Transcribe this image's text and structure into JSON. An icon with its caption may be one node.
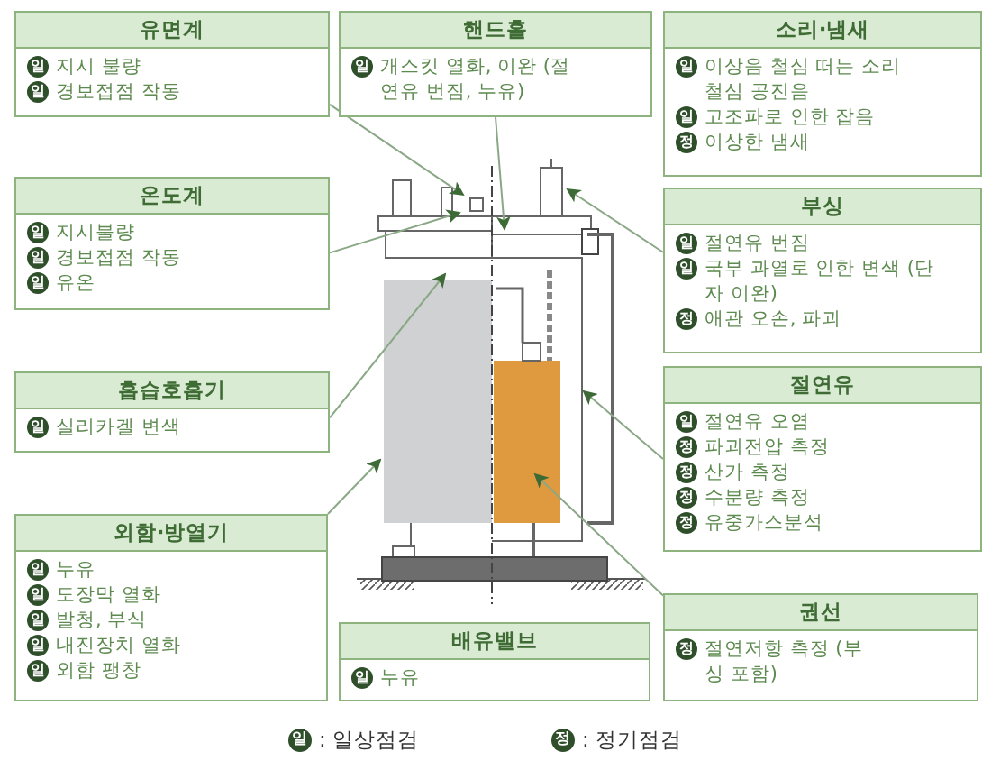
{
  "diagram": {
    "nodes": [
      {
        "text": [
          "유면계",
          "일",
          "지시 불량",
          "일",
          "경보접점 작동"
        ]
      },
      {
        "text": [
          "온도계",
          "일",
          "지시불량",
          "일",
          "경보접점 작동",
          "일",
          "유온"
        ]
      },
      {
        "text": [
          "흡습호흡기",
          "일",
          "실리카겔 변색"
        ]
      },
      {
        "text": [
          "외함·방열기",
          "일",
          "누유",
          "일",
          "도장막 열화",
          "일",
          "발청, 부식",
          "일",
          "내진장치 열화",
          "일",
          "외함 팽창"
        ]
      },
      {
        "text": [
          "핸드홀",
          "일",
          "개스킷 열화, 이완 (절연유 번짐, 누유)"
        ]
      },
      {
        "text": [
          "소리·냄새",
          "일",
          "이상음 철심 떠는 소리 철심 공진음",
          "일",
          "고조파로 인한 잡음",
          "정",
          "이상한 냄새"
        ]
      },
      {
        "text": [
          "부싱",
          "일",
          "절연유 번짐",
          "일",
          "국부 과열로 인한 변색 (단자 이완)",
          "정",
          "애관 오손, 파괴"
        ]
      },
      {
        "text": [
          "절연유",
          "일",
          "절연유 오염",
          "정",
          "파괴전압 측정",
          "정",
          "산가 측정",
          "정",
          "수분량 측정",
          "정",
          "유중가스분석"
        ]
      },
      {
        "text": [
          "배유밸브",
          "일",
          "누유"
        ]
      },
      {
        "text": [
          "권선",
          "정",
          "절연저항 측정 (부싱 포함)"
        ]
      }
    ],
    "edges": [
      {
        "from": 0,
        "to": null,
        "arrow": "to"
      },
      {
        "from": 1,
        "to": null,
        "arrow": "to"
      },
      {
        "from": 4,
        "to": null,
        "arrow": "to"
      },
      {
        "from": 2,
        "to": null,
        "arrow": "to"
      },
      {
        "from": 3,
        "to": null,
        "arrow": "to"
      },
      {
        "from": 6,
        "to": null,
        "arrow": "to"
      },
      {
        "from": 7,
        "to": null,
        "arrow": "to"
      },
      {
        "from": 9,
        "to": null,
        "arrow": "to"
      }
    ],
    "labels": [
      "일",
      ": 일상점검",
      "정",
      ": 정기점검"
    ]
  }
}
